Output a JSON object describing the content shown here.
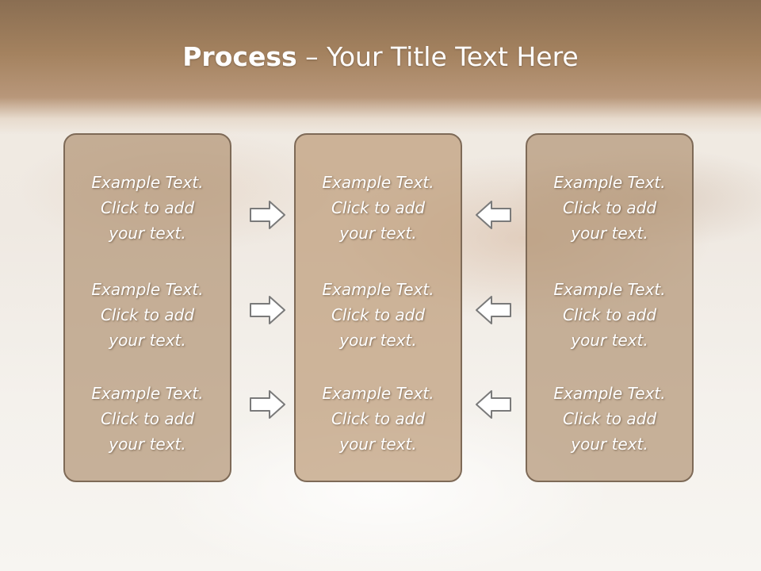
{
  "slide": {
    "title_bold": "Process",
    "title_rest": " – Your Title Text Here"
  },
  "columns": [
    {
      "items": [
        {
          "line1": "Example Text.",
          "line2": "Click  to add",
          "line3": "your text."
        },
        {
          "line1": "Example Text.",
          "line2": "Click  to add",
          "line3": "your text."
        },
        {
          "line1": "Example Text.",
          "line2": "Click  to add",
          "line3": "your text."
        }
      ]
    },
    {
      "items": [
        {
          "line1": "Example Text.",
          "line2": "Click  to add",
          "line3": "your text."
        },
        {
          "line1": "Example Text.",
          "line2": "Click  to add",
          "line3": "your text."
        },
        {
          "line1": "Example Text.",
          "line2": "Click  to add",
          "line3": "your text."
        }
      ]
    },
    {
      "items": [
        {
          "line1": "Example Text.",
          "line2": "Click  to add",
          "line3": "your text."
        },
        {
          "line1": "Example Text.",
          "line2": "Click  to add",
          "line3": "your text."
        },
        {
          "line1": "Example Text.",
          "line2": "Click  to add",
          "line3": "your text."
        }
      ]
    }
  ],
  "arrows": {
    "left_column": "right-arrow-icon",
    "right_column": "left-arrow-icon"
  },
  "colors": {
    "title_band": "#a4825f",
    "box_fill": "#b09070",
    "box_border": "#7e6a57",
    "text": "#ffffff"
  }
}
